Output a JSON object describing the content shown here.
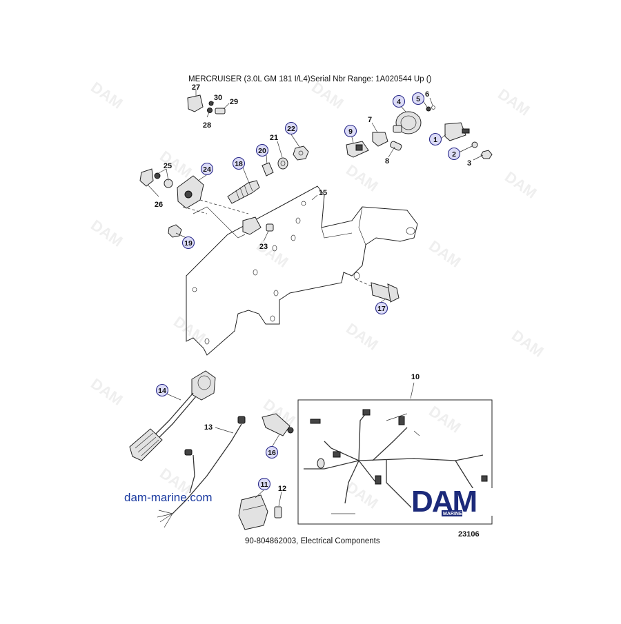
{
  "header": {
    "title": "MERCRUISER (3.0L    GM 181 I/L4)Serial Nbr Range: 1A020544  Up ()"
  },
  "footer": {
    "caption": "90-804862003, Electrical Components",
    "figure_number": "23106"
  },
  "site": {
    "url": "dam-marine.com"
  },
  "logo": {
    "main": "DAM",
    "sub": "MARINE"
  },
  "watermark": "DAM",
  "callouts": [
    {
      "num": "1",
      "circled": true
    },
    {
      "num": "2",
      "circled": true
    },
    {
      "num": "3",
      "circled": false
    },
    {
      "num": "4",
      "circled": true
    },
    {
      "num": "5",
      "circled": true
    },
    {
      "num": "6",
      "circled": false
    },
    {
      "num": "7",
      "circled": false
    },
    {
      "num": "8",
      "circled": false
    },
    {
      "num": "9",
      "circled": true
    },
    {
      "num": "10",
      "circled": false
    },
    {
      "num": "11",
      "circled": true
    },
    {
      "num": "12",
      "circled": false
    },
    {
      "num": "13",
      "circled": false
    },
    {
      "num": "14",
      "circled": true
    },
    {
      "num": "15",
      "circled": false
    },
    {
      "num": "16",
      "circled": true
    },
    {
      "num": "17",
      "circled": true
    },
    {
      "num": "18",
      "circled": true
    },
    {
      "num": "19",
      "circled": true
    },
    {
      "num": "20",
      "circled": true
    },
    {
      "num": "21",
      "circled": false
    },
    {
      "num": "22",
      "circled": true
    },
    {
      "num": "23",
      "circled": false
    },
    {
      "num": "24",
      "circled": true
    },
    {
      "num": "25",
      "circled": false
    },
    {
      "num": "26",
      "circled": false
    },
    {
      "num": "27",
      "circled": false
    },
    {
      "num": "28",
      "circled": false
    },
    {
      "num": "29",
      "circled": false
    },
    {
      "num": "30",
      "circled": false
    }
  ],
  "colors": {
    "callout_fill": "#dcdcf7",
    "callout_stroke": "#2a2a8a",
    "logo": "#1c2a7a",
    "site_link": "#1a3aa0"
  }
}
